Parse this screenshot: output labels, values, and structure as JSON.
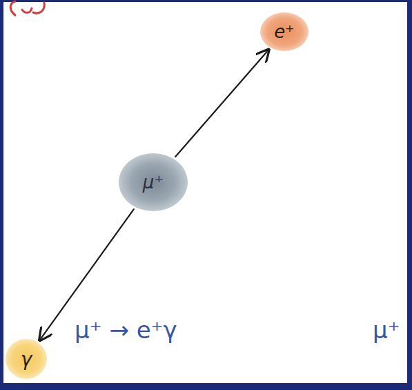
{
  "diagram": {
    "nodes": [
      {
        "text": [
          "μ⁺"
        ]
      },
      {
        "text": [
          "e⁺"
        ]
      },
      {
        "text": [
          "γ"
        ]
      }
    ],
    "edges": [
      {
        "from": 0,
        "to": 1,
        "arrow": "to"
      },
      {
        "from": 0,
        "to": 2,
        "arrow": "to"
      }
    ],
    "labels": [
      "μ⁺ → e⁺γ",
      "μ⁺"
    ]
  }
}
